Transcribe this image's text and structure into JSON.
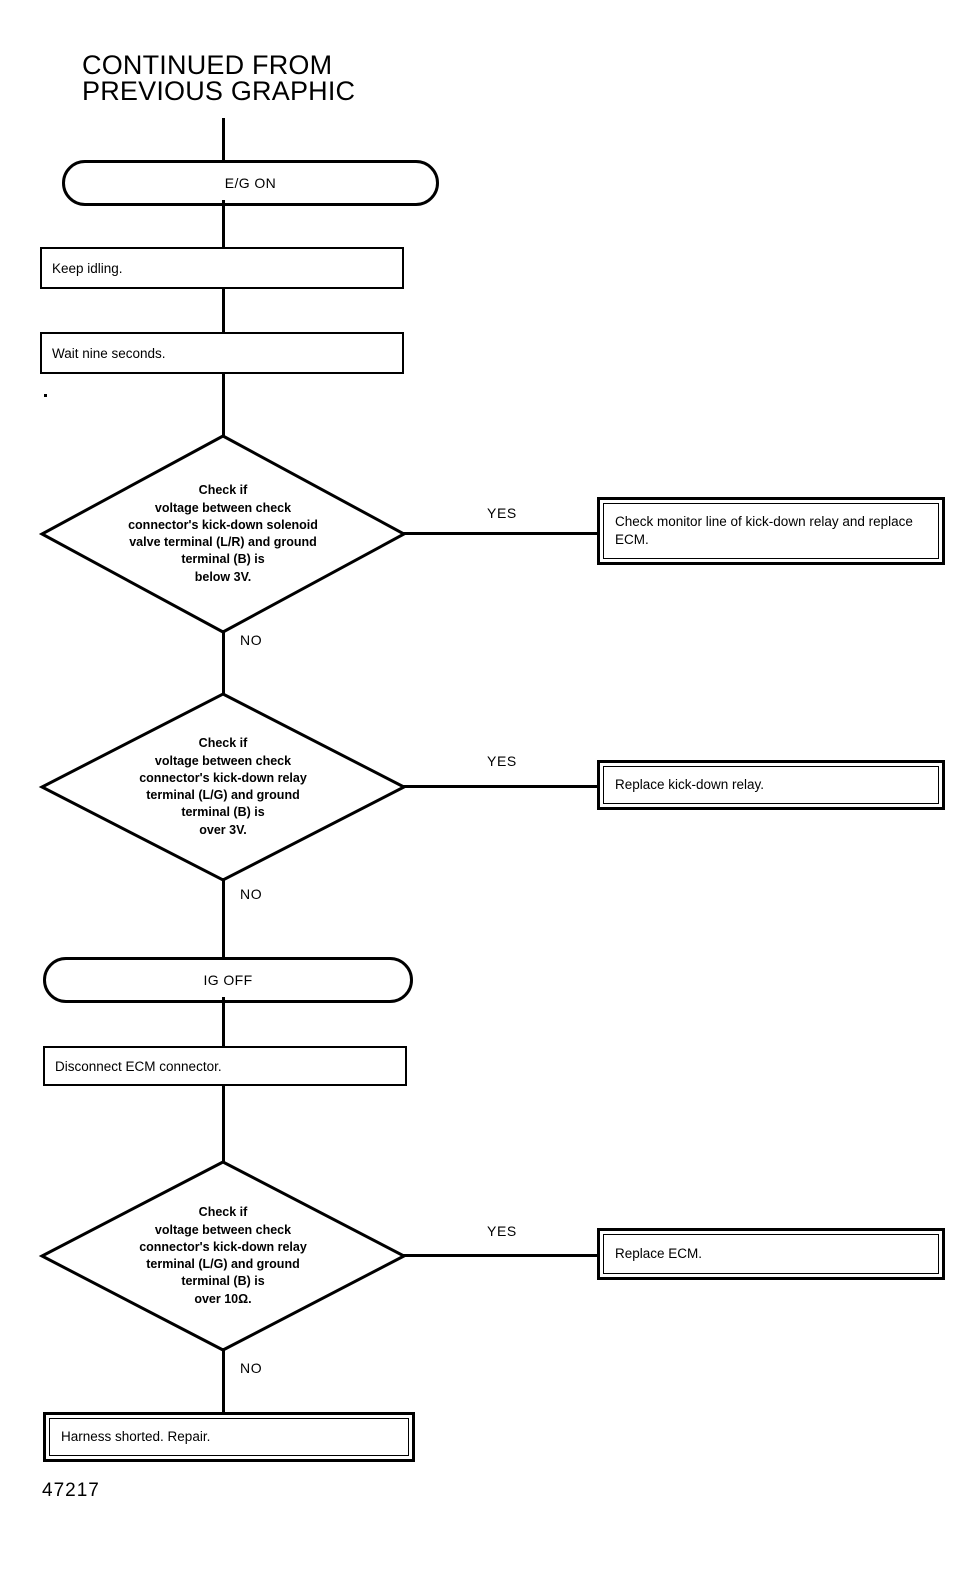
{
  "figure": {
    "number": "47217",
    "title": "CONTINUED FROM\nPREVIOUS GRAPHIC"
  },
  "diagram": {
    "type": "flowchart",
    "nodes": [
      {
        "id": "start",
        "shape": "terminal",
        "text": "E/G ON"
      },
      {
        "id": "keep-idling",
        "shape": "process",
        "text": "Keep idling."
      },
      {
        "id": "wait-nine",
        "shape": "process",
        "text": "Wait nine seconds."
      },
      {
        "id": "decision1",
        "shape": "decision",
        "text": "Check if\nvoltage between check\nconnector's kick-down solenoid\nvalve terminal (L/R) and ground\nterminal (B) is\nbelow 3V."
      },
      {
        "id": "result1",
        "shape": "result",
        "text": "Check monitor line of kick-down relay and replace ECM."
      },
      {
        "id": "decision2",
        "shape": "decision",
        "text": "Check if\nvoltage between check\nconnector's kick-down relay\nterminal (L/G) and ground\nterminal (B) is\nover 3V."
      },
      {
        "id": "result2",
        "shape": "result",
        "text": "Replace kick-down relay."
      },
      {
        "id": "ig-off",
        "shape": "terminal",
        "text": "IG OFF"
      },
      {
        "id": "disconnect",
        "shape": "process",
        "text": "Disconnect ECM connector."
      },
      {
        "id": "decision3",
        "shape": "decision",
        "text": "Check if\nvoltage between check\nconnector's kick-down relay\nterminal (L/G) and ground\nterminal (B) is\nover 10Ω."
      },
      {
        "id": "result3",
        "shape": "result",
        "text": "Replace ECM."
      },
      {
        "id": "harness",
        "shape": "result",
        "text": "Harness shorted.  Repair."
      }
    ],
    "branch_labels": {
      "yes": "YES",
      "no": "NO"
    },
    "edges": [
      {
        "from": "decision1",
        "to": "result1",
        "label": "YES"
      },
      {
        "from": "decision1",
        "to": "decision2",
        "label": "NO"
      },
      {
        "from": "decision2",
        "to": "result2",
        "label": "YES"
      },
      {
        "from": "decision2",
        "to": "ig-off",
        "label": "NO"
      },
      {
        "from": "decision3",
        "to": "result3",
        "label": "YES"
      },
      {
        "from": "decision3",
        "to": "harness",
        "label": "NO"
      }
    ]
  },
  "colors": {
    "ink": "#000000",
    "paper": "#ffffff"
  }
}
